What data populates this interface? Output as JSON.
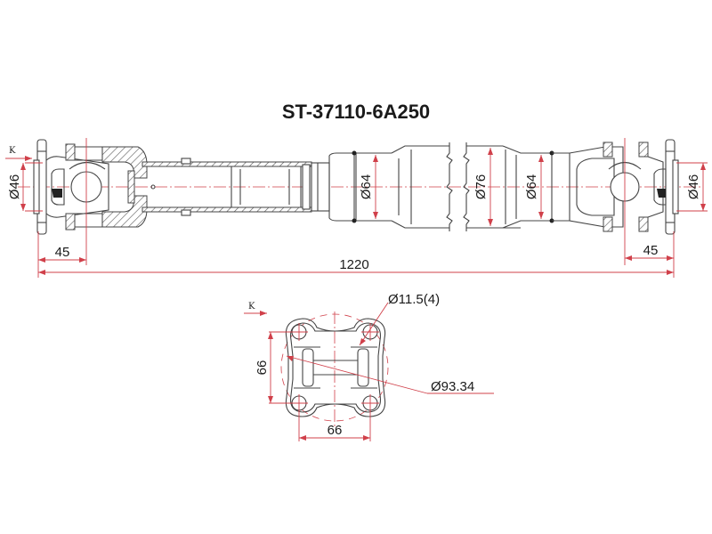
{
  "title": "ST-37110-6A250",
  "view_marker": "K",
  "side_view": {
    "left_flange_diameter": "Ø46",
    "left_offset": "45",
    "tube_diameter_left": "Ø64",
    "tube_diameter_center": "Ø76",
    "tube_diameter_right": "Ø64",
    "right_flange_diameter": "Ø46",
    "right_offset": "45",
    "overall_length": "1220"
  },
  "flange_view": {
    "view_marker": "K",
    "bolt_holes": "Ø11.5(4)",
    "pitch_circle": "Ø93.34",
    "vertical_spacing": "66",
    "horizontal_spacing": "66"
  },
  "colors": {
    "dimension_lines": "#d0404a",
    "outline": "#444444",
    "text": "#1a1a1a"
  }
}
